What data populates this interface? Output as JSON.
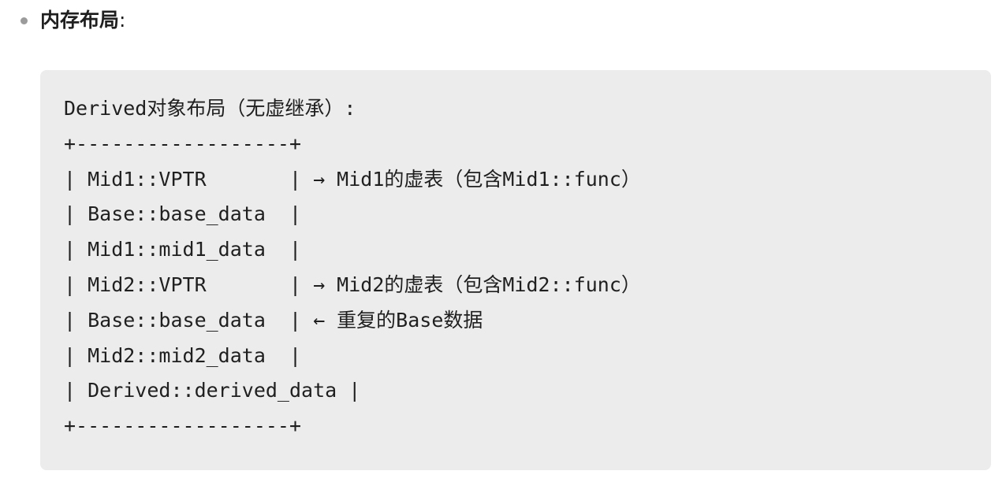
{
  "section": {
    "title": "内存布局",
    "colon": ":"
  },
  "code_block": {
    "lines": [
      "Derived对象布局（无虚继承）:",
      "+------------------+",
      "| Mid1::VPTR       | → Mid1的虚表（包含Mid1::func）",
      "| Base::base_data  |",
      "| Mid1::mid1_data  |",
      "| Mid2::VPTR       | → Mid2的虚表（包含Mid2::func）",
      "| Base::base_data  | ← 重复的Base数据",
      "| Mid2::mid2_data  |",
      "| Derived::derived_data |",
      "+------------------+"
    ]
  }
}
